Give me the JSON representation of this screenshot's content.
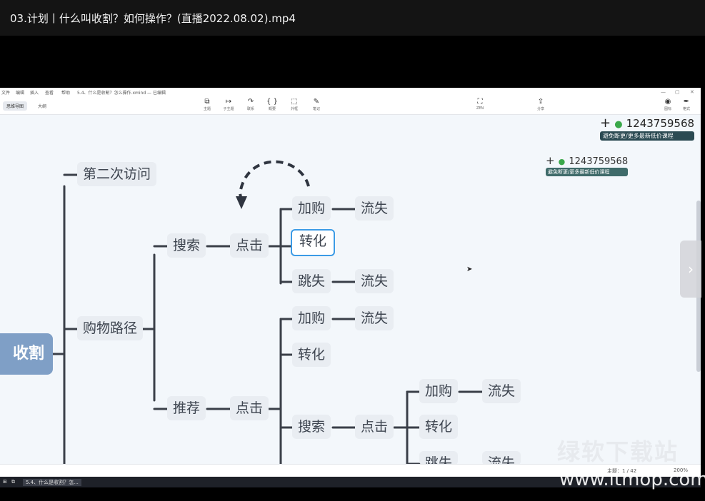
{
  "player": {
    "title": "03.计划丨什么叫收割？如何操作？(直播2022.08.02).mp4",
    "next_arrow": "›"
  },
  "app": {
    "menu": [
      "文件",
      "编辑",
      "插入",
      "查看",
      "帮助"
    ],
    "doc_title": "5.4、什么是收割？怎么操作.xmind — 已编辑",
    "view_tabs": [
      "思维导图",
      "大纲"
    ],
    "toolbar": [
      {
        "icon": "⧉",
        "label": "主题"
      },
      {
        "icon": "↦",
        "label": "子主题"
      },
      {
        "icon": "↷",
        "label": "联系"
      },
      {
        "icon": "{ }",
        "label": "概要"
      },
      {
        "icon": "⬚",
        "label": "外框"
      },
      {
        "icon": "✎",
        "label": "笔记"
      },
      {
        "icon": "⛶",
        "label": "ZEN"
      },
      {
        "icon": "⇪",
        "label": "分享"
      },
      {
        "icon": "◉",
        "label": "图标"
      },
      {
        "icon": "✒",
        "label": "格式"
      }
    ],
    "window_controls": [
      "—",
      "▢",
      "✕"
    ],
    "status": {
      "topics": "主题：1 / 42",
      "zoom": "200%"
    },
    "taskbar": {
      "window_item": "5.4、什么是收割？怎..."
    }
  },
  "mindmap": {
    "root": "收割",
    "nodes": {
      "second_visit": "第二次访问",
      "shopping_path": "购物路径",
      "search": "搜索",
      "recommend": "推荐",
      "click_1": "点击",
      "click_2": "点击",
      "click_3": "点击",
      "add_cart_1": "加购",
      "convert_1": "转化",
      "bounce_1": "跳失",
      "churn_1": "流失",
      "churn_2": "流失",
      "add_cart_2": "加购",
      "churn_3": "流失",
      "convert_2": "转化",
      "search_2": "搜索",
      "add_cart_3": "加购",
      "churn_4": "流失",
      "convert_3": "转化",
      "bounce_2": "跳失",
      "churn_5": "流失"
    }
  },
  "contact": {
    "plus": "+",
    "number": "1243759568",
    "tagline": "避免断更/更多最新低价课程"
  },
  "watermark": {
    "cn": "绿软下载站",
    "url": "www.itmop.com"
  },
  "colors": {
    "root_fill": "#7f9fc6",
    "node_fill": "#e9edf2",
    "selected_border": "#3c9be6",
    "connector": "#3a3f48",
    "contact_bar_1": "#2b4a52",
    "contact_bar_2": "#3f6b6a"
  }
}
